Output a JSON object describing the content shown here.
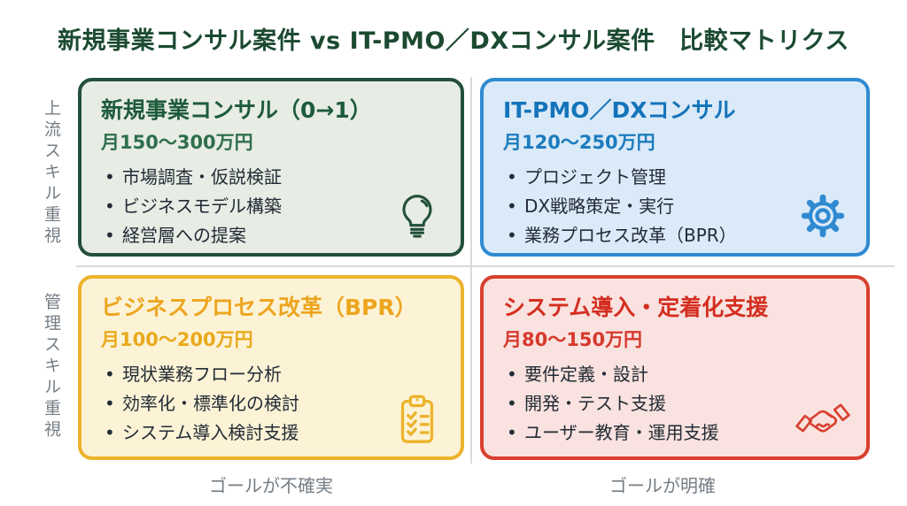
{
  "header": {
    "title": "新規事業コンサル案件 vs IT-PMO／DXコンサル案件　比較マトリクス",
    "title_color": "#1b4a31"
  },
  "axes": {
    "left_top": "上流スキル重視",
    "left_bottom": "管理スキル重視",
    "bottom_left": "ゴールが不確実",
    "bottom_right": "ゴールが明確",
    "text_color": "#747d85"
  },
  "divider_color": "#d8dada",
  "bullet_text_color": "#222b35",
  "quadrants": [
    {
      "id": "new-business-consulting",
      "title": "新規事業コンサル（0→1）",
      "price": "月150〜300万円",
      "bullets": [
        "市場調査・仮説検証",
        "ビジネスモデル構築",
        "経営層への提案"
      ],
      "icon": "lightbulb-icon",
      "colors": {
        "bg": "#e7ece4",
        "border": "#23503a",
        "title": "#1e5b3b",
        "price": "#2f6f4c"
      }
    },
    {
      "id": "it-pmo-dx-consulting",
      "title": "IT-PMO／DXコンサル",
      "price": "月120〜250万円",
      "bullets": [
        "プロジェクト管理",
        "DX戦略策定・実行",
        "業務プロセス改革（BPR）"
      ],
      "icon": "gear-icon",
      "colors": {
        "bg": "#dbeaf8",
        "border": "#2f8ad1",
        "title": "#1474ba",
        "price": "#1b7cbd"
      }
    },
    {
      "id": "business-process-reengineering",
      "title": "ビジネスプロセス改革（BPR）",
      "price": "月100〜200万円",
      "bullets": [
        "現状業務フロー分析",
        "効率化・標準化の検討",
        "システム導入検討支援"
      ],
      "icon": "checklist-icon",
      "colors": {
        "bg": "#fcf3d6",
        "border": "#ecb32b",
        "title": "#eda51f",
        "price": "#e9a91c"
      }
    },
    {
      "id": "system-implementation-support",
      "title": "システム導入・定着化支援",
      "price": "月80〜150万円",
      "bullets": [
        "要件定義・設計",
        "開発・テスト支援",
        "ユーザー教育・運用支援"
      ],
      "icon": "handshake-icon",
      "colors": {
        "bg": "#f9e2df",
        "border": "#d9402f",
        "title": "#d42e20",
        "price": "#d6392c"
      }
    }
  ]
}
